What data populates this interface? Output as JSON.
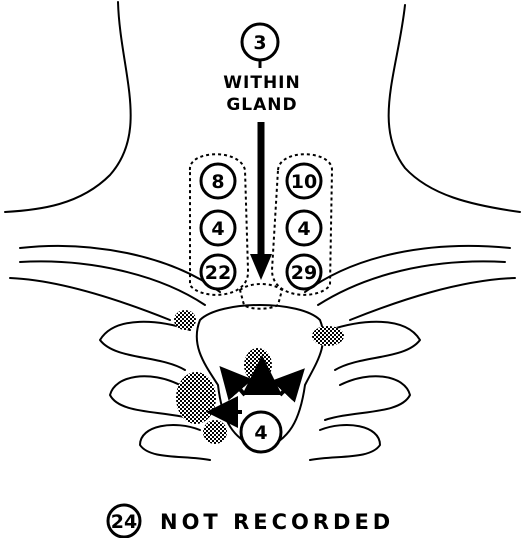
{
  "top_label": {
    "count": "3",
    "line1": "WITHIN",
    "line2": "GLAND"
  },
  "left_lobe": [
    "8",
    "4",
    "22"
  ],
  "right_lobe": [
    "10",
    "4",
    "29"
  ],
  "mediastinum": {
    "count": "4"
  },
  "legend": {
    "count": "24",
    "text": "NOT RECORDED"
  }
}
